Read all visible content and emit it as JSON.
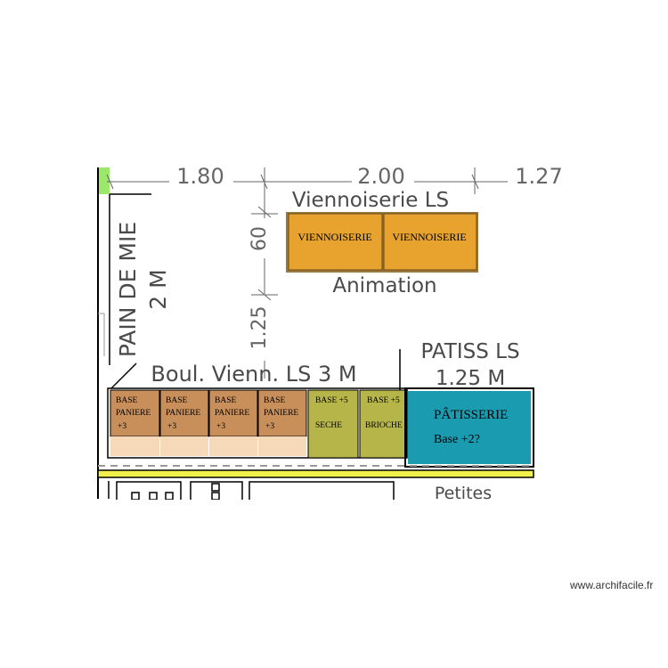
{
  "dimensions": {
    "top_left": "1.80",
    "top_mid": "2.00",
    "top_right": "1.27",
    "vert_upper": "60",
    "vert_lower": "1.25"
  },
  "labels": {
    "viennoiserie_ls": "Viennoiserie LS",
    "animation": "Animation",
    "pain_de_mie": "PAIN DE MIE",
    "pain_de_mie_size": "2 M",
    "boul_vienn": "Boul. Vienn. LS 3 M",
    "patiss_ls": "PATISS LS",
    "patiss_size": "1.25 M",
    "petites": "Petites"
  },
  "viennoiserie_modules": [
    "VIENNOISERIE",
    "VIENNOISERIE"
  ],
  "base_modules": [
    {
      "l1": "BASE",
      "l2": "PANIERE",
      "l3": "+3",
      "color": "#c98f5a"
    },
    {
      "l1": "BASE",
      "l2": "PANIERE",
      "l3": "+3",
      "color": "#c98f5a"
    },
    {
      "l1": "BASE",
      "l2": "PANIERE",
      "l3": "+3",
      "color": "#c98f5a"
    },
    {
      "l1": "BASE",
      "l2": "PANIERE",
      "l3": "+3",
      "color": "#c98f5a"
    },
    {
      "l1": "BASE +5",
      "l2": "SECHE",
      "l3": "",
      "color": "#b5b54a"
    },
    {
      "l1": "BASE +5",
      "l2": "BRIOCHE",
      "l3": "",
      "color": "#b5b54a"
    }
  ],
  "patisserie": {
    "title": "PÂTISSERIE",
    "sub": "Base +2?",
    "color": "#1a9bb0"
  },
  "colors": {
    "viennoiserie": "#e8a22e",
    "wall": "#000000",
    "strip": "#f2f04a",
    "green_tab": "#9be86a"
  },
  "watermark": "www.archifacile.fr"
}
